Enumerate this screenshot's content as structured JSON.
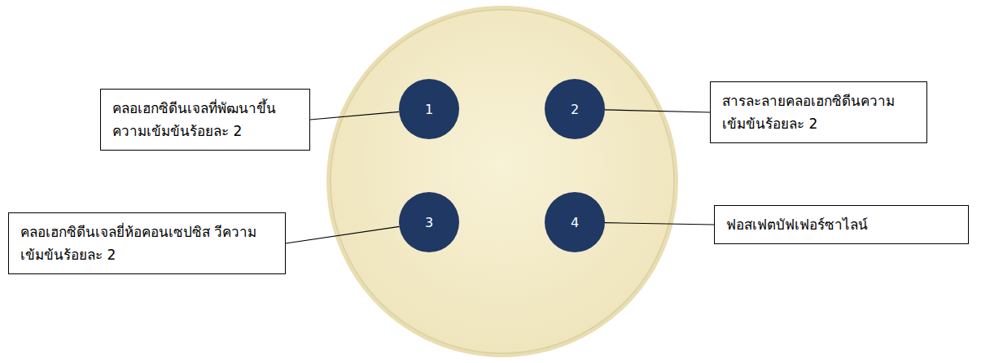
{
  "diagram": {
    "nodes": [
      {
        "text": [
          "คลอเฮกซิดีนเจลที่พัฒนาขึ้น ความเข้มข้นร้อยละ 2"
        ]
      },
      {
        "text": [
          "1"
        ]
      },
      {
        "text": [
          "2"
        ]
      },
      {
        "text": [
          "สารละลายคลอเฮกซิดีนความ เข้มข้นร้อยละ 2"
        ]
      },
      {
        "text": [
          "คลอเฮกซิดีนเจลยี่ห้อคอนเซปซิส วีความเข้มข้นร้อยละ 2"
        ]
      },
      {
        "text": [
          "3"
        ]
      },
      {
        "text": [
          "4"
        ]
      },
      {
        "text": [
          "ฟอสเฟตบัฟเฟอร์ซาไลน์"
        ]
      }
    ],
    "edges": [
      {
        "from": 0,
        "to": 1,
        "arrow": "none"
      },
      {
        "from": 3,
        "to": 2,
        "arrow": "none"
      },
      {
        "from": 4,
        "to": 5,
        "arrow": "none"
      },
      {
        "from": 7,
        "to": 6,
        "arrow": "none"
      }
    ]
  }
}
